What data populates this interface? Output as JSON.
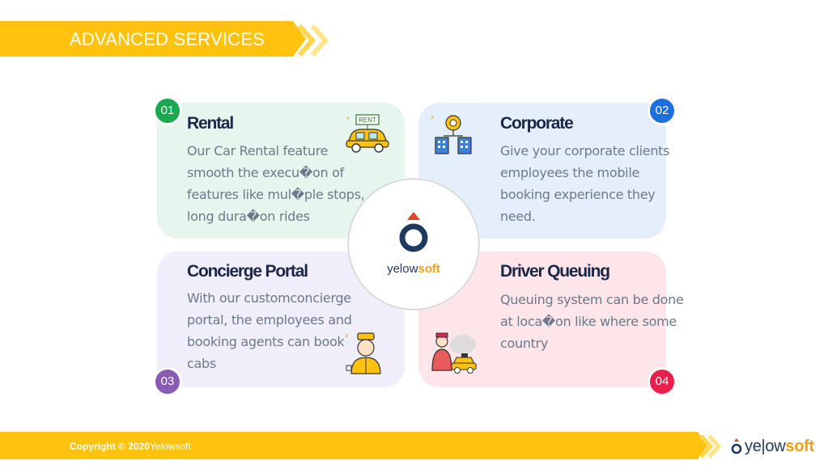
{
  "header": {
    "title": "ADVANCED SERVICES"
  },
  "colors": {
    "accent": "#ffc20e",
    "badge_01": "#1aa94f",
    "badge_02": "#1d6fe0",
    "badge_03": "#8a5bb3",
    "badge_04": "#e8204d",
    "title_text": "#1b2747",
    "brand_orange": "#f3a01b"
  },
  "cards": [
    {
      "number": "01",
      "title": "Rental",
      "text": "Our Car Rental feature smooth the execu�on of features like   mul�ple stops, long dura�on rides",
      "icon": "car-rental-icon",
      "icon_label": "RENT"
    },
    {
      "number": "02",
      "title": "Corporate",
      "text": "Give your corporate clients employees the mobile booking experience they need.",
      "icon": "corporate-icon"
    },
    {
      "number": "03",
      "title": "Concierge Portal",
      "text": "With our customconcierge portal, the employees and booking agents can book cabs",
      "icon": "concierge-icon"
    },
    {
      "number": "04",
      "title": "Driver Queuing",
      "text": "Queuing system can be done at loca�on like where some country",
      "icon": "driver-queuing-icon"
    }
  ],
  "center_logo": {
    "word_main": "yelow",
    "word_accent": "soft"
  },
  "footer": {
    "copyright_label": "Copyright © ",
    "year": "2020",
    "company": "Yelowsoft",
    "brand_main": "ye|ow",
    "brand_accent": "soft"
  }
}
